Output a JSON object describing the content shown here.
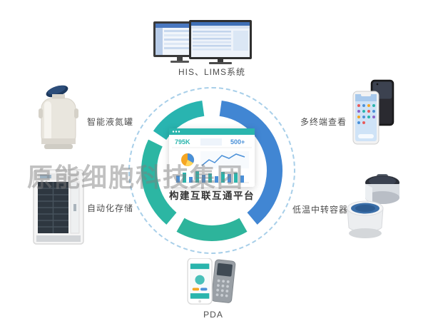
{
  "watermark": {
    "text": "原能细胞科技集团"
  },
  "center": {
    "title": "构建互联互通平台",
    "dashboard": {
      "stat_left": "795K",
      "stat_right": "500+"
    }
  },
  "nodes": {
    "his_lims": {
      "label": "HIS、LIMS系统"
    },
    "smart_tank": {
      "label": "智能液氮罐"
    },
    "auto_storage": {
      "label": "自动化存储"
    },
    "multi_terminal": {
      "label": "多终端查看"
    },
    "transfer_container": {
      "label": "低温中转容器"
    },
    "pda": {
      "label": "PDA"
    }
  },
  "colors": {
    "teal": "#2ab6ab",
    "teal_green": "#2db49b",
    "blue": "#4186d3",
    "dashed_ring": "#a8cfe9",
    "title_text": "#333333"
  }
}
